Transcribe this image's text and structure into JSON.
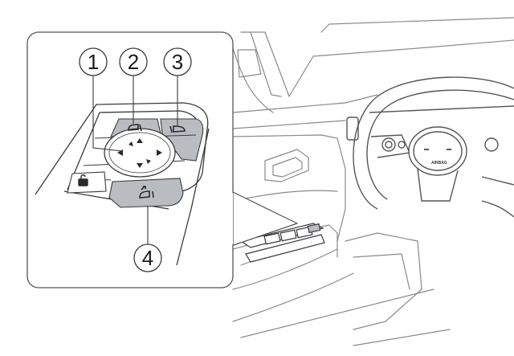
{
  "callouts": [
    {
      "number": "1",
      "meaning": "control-pad"
    },
    {
      "number": "2",
      "meaning": "left-mirror-select"
    },
    {
      "number": "3",
      "meaning": "right-mirror-select"
    },
    {
      "number": "4",
      "meaning": "mirror-fold"
    }
  ],
  "steering_wheel": {
    "badge_text": "AIRBAG"
  },
  "colors": {
    "line": "#3a3a3a",
    "button_fill": "#b9bcc0",
    "pad_fill": "#ffffff",
    "inset_border": "#555555",
    "inset_background": "#ffffff",
    "car_line": "#8a8a8a"
  },
  "icons": [
    "left-mirror-icon",
    "right-mirror-icon",
    "fold-mirror-icon",
    "child-lock-icon",
    "arrow-up-icon",
    "arrow-down-icon",
    "arrow-left-icon",
    "arrow-right-icon"
  ]
}
